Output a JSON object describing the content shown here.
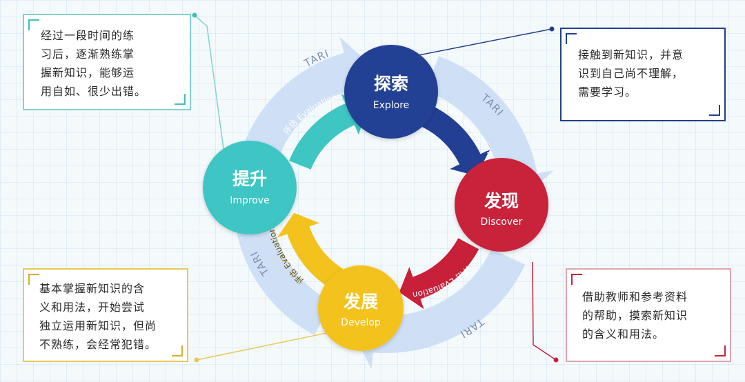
{
  "nodes": {
    "explore": {
      "title": "探索",
      "subtitle": "Explore",
      "color": "#233f94"
    },
    "discover": {
      "title": "发现",
      "subtitle": "Discover",
      "color": "#c9203a"
    },
    "develop": {
      "title": "发展",
      "subtitle": "Develop",
      "color": "#f3c21c"
    },
    "improve": {
      "title": "提升",
      "subtitle": "Improve",
      "color": "#3ec6c3"
    }
  },
  "arcs": {
    "tari_label": "TARI",
    "evaluation_label": "评估 Evaluation",
    "outer_color": "#cfe0f6"
  },
  "notes": {
    "improve": "经过一段时间的练\n习后，逐渐熟练掌\n握新知识，能够运\n用自如、很少出错。",
    "explore": "接触到新知识，并意\n识到自己尚不理解，\n需要学习。",
    "develop": "基本掌握新知识的含\n义和用法，开始尝试\n独立运用新知识，但尚\n不熟练，会经常犯错。",
    "discover": "借助教师和参考资料\n的帮助，摸索新知识\n的含义和用法。"
  }
}
